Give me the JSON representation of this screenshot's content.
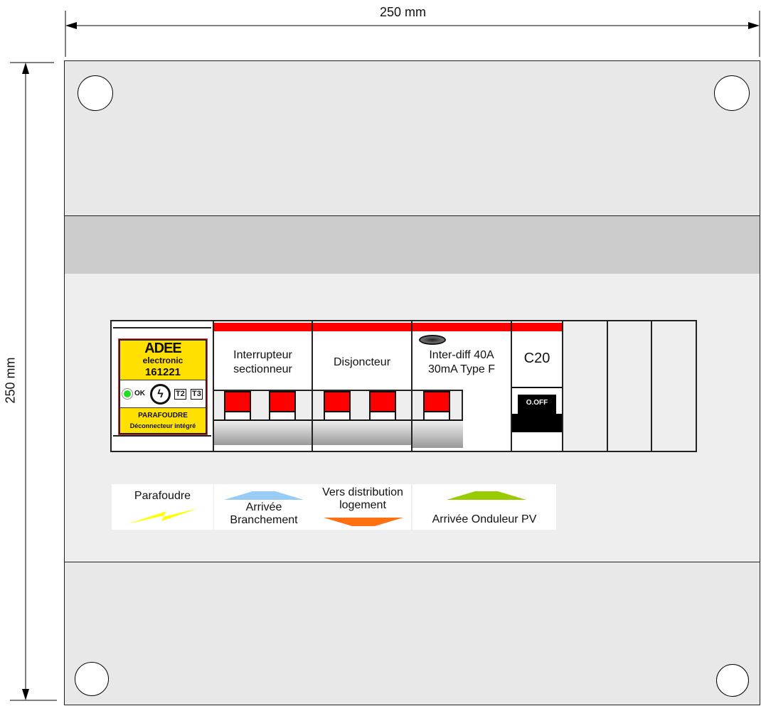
{
  "dimensions": {
    "width": "250 mm",
    "height": "250 mm"
  },
  "modules": {
    "surge": {
      "brand": "ADEE",
      "brand_sub": "electronic",
      "model": "161221",
      "ok": "OK",
      "t2": "T2",
      "t3": "T3",
      "name": "PARAFOUDRE",
      "desc": "Déconnecteur intégré"
    },
    "switch": {
      "line1": "Interrupteur",
      "line2": "sectionneur"
    },
    "breaker": {
      "label": "Disjoncteur"
    },
    "rcd": {
      "line1": "Inter-diff 40A",
      "line2": "30mA Type F"
    },
    "c20": {
      "label": "C20",
      "state": "O.OFF"
    }
  },
  "legend": {
    "surge": "Parafoudre",
    "incoming_line1": "Arrivée",
    "incoming_line2": "Branchement",
    "distribution_line1": "Vers distribution",
    "distribution_line2": "logement",
    "pv": "Arrivée Onduleur PV"
  },
  "colors": {
    "incoming": "#99ccf5",
    "distribution": "#ff7010",
    "pv": "#99cc00",
    "surge": "#ffff00"
  }
}
